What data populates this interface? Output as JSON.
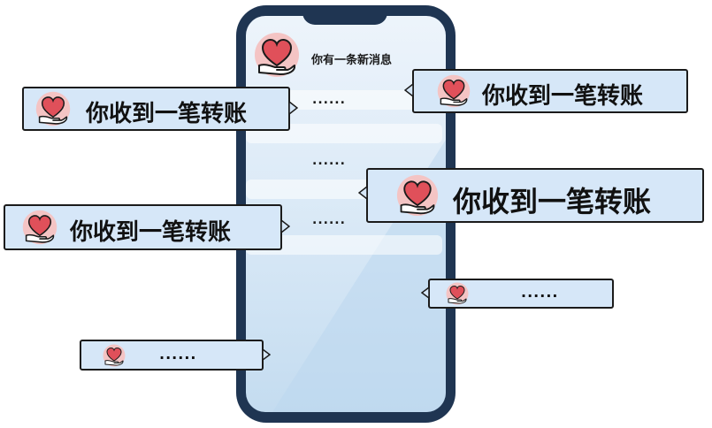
{
  "phone": {
    "header_text": "你有一条新消息",
    "dots": [
      "......",
      "......",
      "......"
    ]
  },
  "cards": [
    {
      "text": "你收到一笔转账"
    },
    {
      "text": "你收到一笔转账"
    },
    {
      "text": "你收到一笔转账"
    },
    {
      "text": "你收到一笔转账"
    },
    {
      "text": "......"
    },
    {
      "text": "......"
    }
  ],
  "colors": {
    "phone_frame": "#1f3552",
    "card_fill": "#d6e7f8",
    "heart": "#e0505a",
    "avatar_bg": "#f4c4c4"
  },
  "icons": [
    "heart-in-hand-icon"
  ]
}
